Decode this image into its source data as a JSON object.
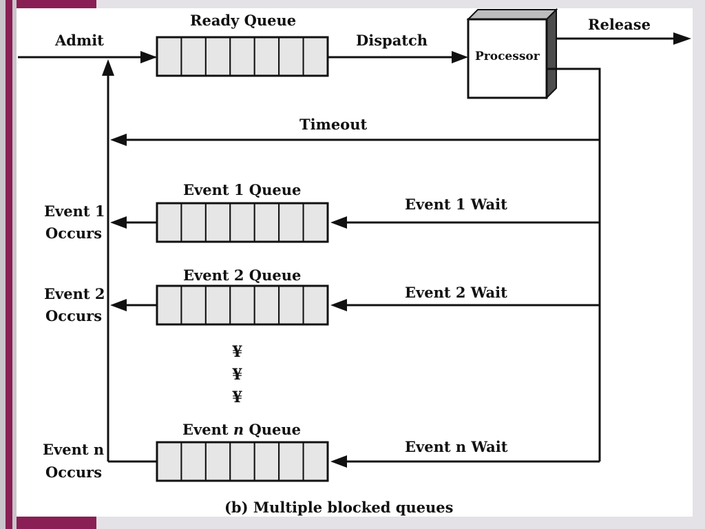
{
  "diagram": {
    "caption": "(b) Multiple blocked queues",
    "labels": {
      "admit": "Admit",
      "ready_queue": "Ready Queue",
      "dispatch": "Dispatch",
      "processor": "Processor",
      "release": "Release",
      "timeout": "Timeout"
    },
    "events": [
      {
        "queue": "Event 1 Queue",
        "wait": "Event 1 Wait",
        "occurs_line1": "Event 1",
        "occurs_line2": "Occurs"
      },
      {
        "queue": "Event 2 Queue",
        "wait": "Event 2 Wait",
        "occurs_line1": "Event 2",
        "occurs_line2": "Occurs"
      },
      {
        "queue_prefix": "Event ",
        "queue_italic": "n",
        "queue_suffix": " Queue",
        "wait": "Event n Wait",
        "occurs_line1": "Event n",
        "occurs_line2": "Occurs"
      }
    ],
    "ellipsis": [
      "¥",
      "¥",
      "¥"
    ],
    "colors": {
      "accent_frame": "#8a1f55",
      "queue_fill": "#e6e6e6"
    }
  }
}
